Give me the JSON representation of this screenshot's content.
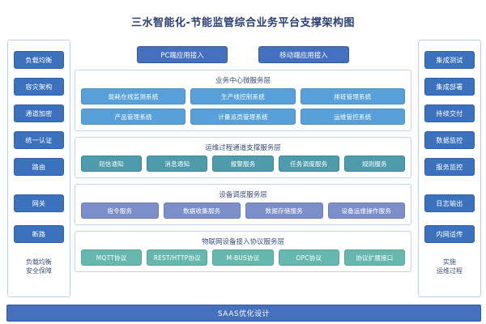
{
  "title": "三水智能化-节能监管综合业务平台支撑架构图",
  "access": {
    "buttons": [
      {
        "label": "PC端应用接入"
      },
      {
        "label": "移动端应用接入"
      }
    ]
  },
  "left_sidebar": {
    "items": [
      {
        "label": "负载均衡"
      },
      {
        "label": "容灾架构"
      },
      {
        "label": "通道加密"
      },
      {
        "label": "统一认证"
      },
      {
        "label": "路由"
      },
      {
        "label": "网关"
      },
      {
        "label": "断路"
      }
    ],
    "caption": "负载均衡\n安全保障"
  },
  "right_sidebar": {
    "items": [
      {
        "label": "集成测试"
      },
      {
        "label": "集成部署"
      },
      {
        "label": "持续交付"
      },
      {
        "label": "数据监控"
      },
      {
        "label": "服务监控"
      },
      {
        "label": "日志输出"
      },
      {
        "label": "内网适传"
      }
    ],
    "caption": "实施\n运维过程"
  },
  "layers": [
    {
      "id": "business",
      "title": "业务中心微服务层",
      "rows": [
        [
          "能耗在线监测系统",
          "生产线控制系统",
          "排班管理系统"
        ],
        [
          "产品管理系统",
          "计量派员管理系统",
          "运维管控系统"
        ]
      ]
    },
    {
      "id": "channel",
      "title": "运维过程通道支撑服务层",
      "rows": [
        [
          "短信通知",
          "消息通知",
          "报警服务",
          "任务调度服务",
          "规则服务"
        ]
      ]
    },
    {
      "id": "device",
      "title": "设备调度服务层",
      "rows": [
        [
          "指令服务",
          "数据收集服务",
          "数据存储服务",
          "设备运维操作服务"
        ]
      ]
    },
    {
      "id": "proto",
      "title": "物联网设备接入协议服务层",
      "rows": [
        [
          "MQTT协议",
          "REST/HTTP协议",
          "M-BUS协议",
          "OPC协议",
          "协议扩展接口"
        ]
      ]
    }
  ],
  "footer": {
    "label": "SAAS优化设计"
  },
  "colors": {
    "title_text": "#2b3f76",
    "access_button": "#4470bd",
    "sidebar_button": "#3c72bd",
    "business_node": "#57a0d9",
    "channel_node": "#4e9bac",
    "device_node": "#7d8fc9",
    "protocol_node": "#66b8ae",
    "footer_bar": "#4470bd",
    "frame_border": "#bcd0ee"
  }
}
